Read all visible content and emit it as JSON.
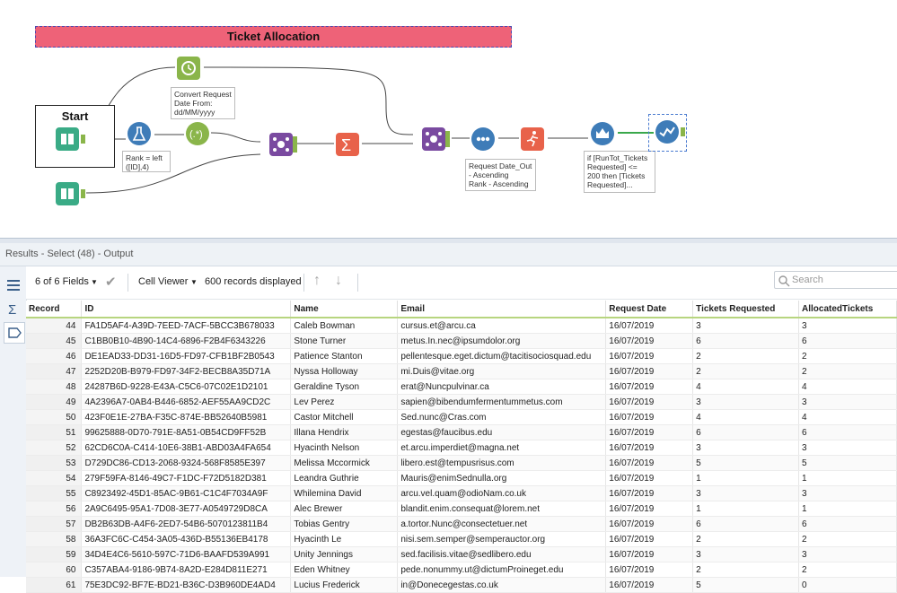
{
  "workflow": {
    "banner": "Ticket Allocation",
    "start_label": "Start",
    "annotations": {
      "convert": "Convert Request\nDate From:\ndd/MM/yyyy",
      "formula": "Rank = left\n([ID],4)",
      "sort": "Request Date_Out\n- Ascending\nRank - Ascending",
      "multirow": "if [RunTot_Tickets\nRequested] <=\n200 then [Tickets\nRequested]..."
    },
    "colors": {
      "banner": "#ee6278",
      "input": "#3aab86",
      "prep": "#3e7cb8",
      "join": "#7a4aa0",
      "transform": "#e8624a",
      "anchor": "#8ab54a"
    }
  },
  "results": {
    "title": "Results - Select (48) - Output",
    "fields_label": "6 of 6 Fields",
    "cell_viewer": "Cell Viewer",
    "records_displayed": "600 records displayed",
    "search_placeholder": "Search",
    "columns": [
      "Record",
      "ID",
      "Name",
      "Email",
      "Request Date",
      "Tickets Requested",
      "AllocatedTickets"
    ],
    "rows": [
      [
        "44",
        "FA1D5AF4-A39D-7EED-7ACF-5BCC3B678033",
        "Caleb Bowman",
        "cursus.et@arcu.ca",
        "16/07/2019",
        "3",
        "3"
      ],
      [
        "45",
        "C1BB0B10-4B90-14C4-6896-F2B4F6343226",
        "Stone Turner",
        "metus.In.nec@ipsumdolor.org",
        "16/07/2019",
        "6",
        "6"
      ],
      [
        "46",
        "DE1EAD33-DD31-16D5-FD97-CFB1BF2B0543",
        "Patience Stanton",
        "pellentesque.eget.dictum@tacitisociosquad.edu",
        "16/07/2019",
        "2",
        "2"
      ],
      [
        "47",
        "2252D20B-B979-FD97-34F2-BECB8A35D71A",
        "Nyssa Holloway",
        "mi.Duis@vitae.org",
        "16/07/2019",
        "2",
        "2"
      ],
      [
        "48",
        "24287B6D-9228-E43A-C5C6-07C02E1D2101",
        "Geraldine Tyson",
        "erat@Nuncpulvinar.ca",
        "16/07/2019",
        "4",
        "4"
      ],
      [
        "49",
        "4A2396A7-0AB4-B446-6852-AEF55AA9CD2C",
        "Lev Perez",
        "sapien@bibendumfermentummetus.com",
        "16/07/2019",
        "3",
        "3"
      ],
      [
        "50",
        "423F0E1E-27BA-F35C-874E-BB52640B5981",
        "Castor Mitchell",
        "Sed.nunc@Cras.com",
        "16/07/2019",
        "4",
        "4"
      ],
      [
        "51",
        "99625888-0D70-791E-8A51-0B54CD9FF52B",
        "Illana Hendrix",
        "egestas@faucibus.edu",
        "16/07/2019",
        "6",
        "6"
      ],
      [
        "52",
        "62CD6C0A-C414-10E6-38B1-ABD03A4FA654",
        "Hyacinth Nelson",
        "et.arcu.imperdiet@magna.net",
        "16/07/2019",
        "3",
        "3"
      ],
      [
        "53",
        "D729DC86-CD13-2068-9324-568F8585E397",
        "Melissa Mccormick",
        "libero.est@tempusrisus.com",
        "16/07/2019",
        "5",
        "5"
      ],
      [
        "54",
        "279F59FA-8146-49C7-F1DC-F72D5182D381",
        "Leandra Guthrie",
        "Mauris@enimSednulla.org",
        "16/07/2019",
        "1",
        "1"
      ],
      [
        "55",
        "C8923492-45D1-85AC-9B61-C1C4F7034A9F",
        "Whilemina David",
        "arcu.vel.quam@odioNam.co.uk",
        "16/07/2019",
        "3",
        "3"
      ],
      [
        "56",
        "2A9C6495-95A1-7D08-3E77-A0549729D8CA",
        "Alec Brewer",
        "blandit.enim.consequat@lorem.net",
        "16/07/2019",
        "1",
        "1"
      ],
      [
        "57",
        "DB2B63DB-A4F6-2ED7-54B6-5070123811B4",
        "Tobias Gentry",
        "a.tortor.Nunc@consectetuer.net",
        "16/07/2019",
        "6",
        "6"
      ],
      [
        "58",
        "36A3FC6C-C454-3A05-436D-B55136EB4178",
        "Hyacinth Le",
        "nisi.sem.semper@semperauctor.org",
        "16/07/2019",
        "2",
        "2"
      ],
      [
        "59",
        "34D4E4C6-5610-597C-71D6-BAAFD539A991",
        "Unity Jennings",
        "sed.facilisis.vitae@sedlibero.edu",
        "16/07/2019",
        "3",
        "3"
      ],
      [
        "60",
        "C357ABA4-9186-9B74-8A2D-E284D811E271",
        "Eden Whitney",
        "pede.nonummy.ut@dictumProineget.edu",
        "16/07/2019",
        "2",
        "2"
      ],
      [
        "61",
        "75E3DC92-BF7E-BD21-B36C-D3B960DE4AD4",
        "Lucius Frederick",
        "in@Donecegestas.co.uk",
        "16/07/2019",
        "5",
        "0"
      ]
    ]
  }
}
